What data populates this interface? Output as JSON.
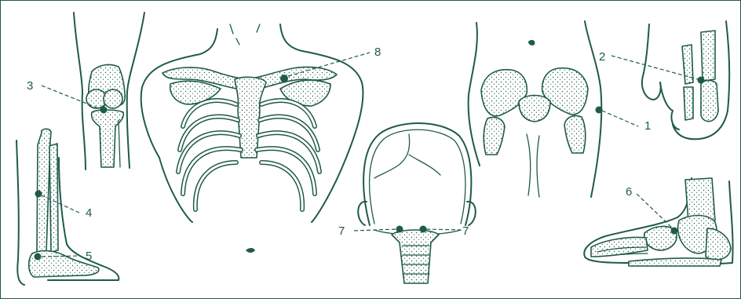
{
  "points": [
    {
      "id": 1,
      "label": "1",
      "region": "hip"
    },
    {
      "id": 2,
      "label": "2",
      "region": "great-toe"
    },
    {
      "id": 3,
      "label": "3",
      "region": "knee"
    },
    {
      "id": 4,
      "label": "4",
      "region": "lower-leg"
    },
    {
      "id": 5,
      "label": "5",
      "region": "ankle"
    },
    {
      "id": 6,
      "label": "6",
      "region": "midfoot"
    },
    {
      "id": 7,
      "label": "7",
      "region": "occiput"
    },
    {
      "id": 8,
      "label": "8",
      "region": "shoulder"
    }
  ],
  "labels": {
    "l1": "1",
    "l2": "2",
    "l3": "3",
    "l4": "4",
    "l5": "5",
    "l6": "6",
    "l7a": "7",
    "l7b": "7",
    "l8": "8"
  },
  "colors": {
    "ink": "#1f5a4a",
    "background": "#ffffff"
  }
}
